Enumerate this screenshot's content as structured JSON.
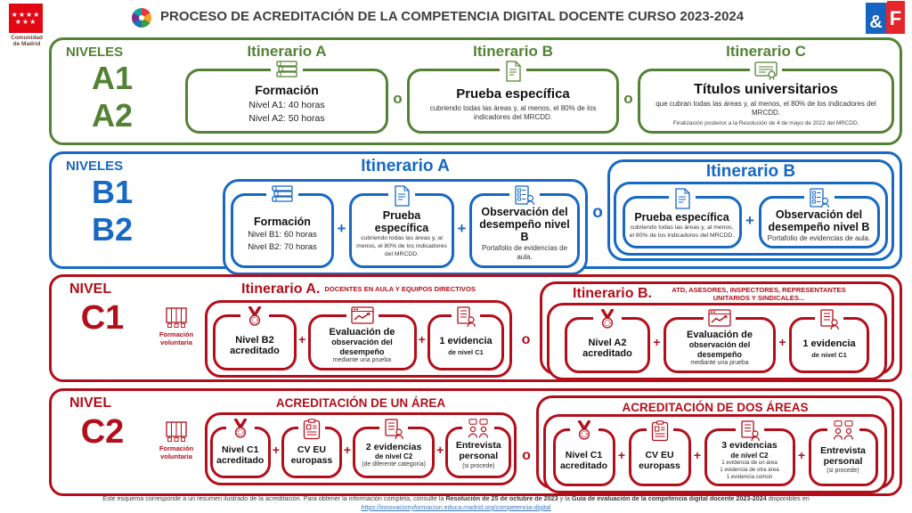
{
  "header": {
    "madrid_logo_line1": "Comunidad",
    "madrid_logo_line2": "de Madrid",
    "title": "PROCESO DE ACREDITACIÓN DE LA COMPETENCIA DIGITAL DOCENTE CURSO 2023-2024",
    "bf_amp": "&",
    "bf_f": "F"
  },
  "connectors": {
    "or": "o",
    "plus": "+"
  },
  "rows": {
    "a": {
      "label": "NIVELES",
      "level1": "A1",
      "level2": "A2",
      "it_a": {
        "title": "Itinerario A",
        "icon": "books-icon",
        "heading": "Formación",
        "line1": "Nivel A1: 40 horas",
        "line2": "Nivel A2: 50 horas"
      },
      "it_b": {
        "title": "Itinerario B",
        "icon": "document-icon",
        "heading": "Prueba específica",
        "detail": "cubriendo todas las áreas y, al menos, el 80% de los indicadores del MRCDD."
      },
      "it_c": {
        "title": "Itinerario C",
        "icon": "certificate-icon",
        "heading": "Títulos universitarios",
        "detail": "que cubran todas las áreas y, al menos, el 80% de los indicadores del MRCDD.",
        "footnote": "Finalización posterior a la Resolución de 4 de mayo de 2022 del MRCDD."
      }
    },
    "b": {
      "label": "NIVELES",
      "level1": "B1",
      "level2": "B2",
      "it_a": {
        "title": "Itinerario A",
        "step1": {
          "icon": "books-icon",
          "heading": "Formación",
          "line1": "Nivel B1: 60 horas",
          "line2": "Nivel B2: 70 horas"
        },
        "step2": {
          "icon": "document-icon",
          "heading": "Prueba específica",
          "detail": "cubriendo todas las áreas y, al menos, el 80% de los indicadores del MRCDD."
        },
        "step3": {
          "icon": "observation-icon",
          "heading": "Observación del desempeño nivel B",
          "detail": "Portafolio de evidencias de aula."
        }
      },
      "it_b": {
        "title": "Itinerario B",
        "step1": {
          "icon": "document-icon",
          "heading": "Prueba específica",
          "detail": "cubriendo todas las áreas y, al menos, el 80% de los indicadores del MRCDD."
        },
        "step2": {
          "icon": "observation-icon",
          "heading": "Observación del desempeño nivel B",
          "detail": "Portafolio de evidencias de aula."
        }
      }
    },
    "c1": {
      "label": "NIVEL",
      "level": "C1",
      "side_note": "Formación voluntaria",
      "it_a": {
        "title": "Itinerario A.",
        "subtitle": "DOCENTES EN AULA Y EQUIPOS DIRECTIVOS",
        "step1": {
          "icon": "medal-icon",
          "heading": "Nivel B2 acreditado"
        },
        "step2": {
          "icon": "evaluation-icon",
          "heading": "Evaluación de",
          "sub": "observación del desempeño",
          "detail": "mediante una prueba"
        },
        "step3": {
          "icon": "evidence-icon",
          "heading": "1 evidencia",
          "sub2": "de nivel C1"
        }
      },
      "it_b": {
        "title": "Itinerario B.",
        "subtitle": "ATD, ASESORES, INSPECTORES, REPRESENTANTES UNITARIOS Y SINDICALES...",
        "step1": {
          "icon": "medal-icon",
          "heading": "Nivel A2 acreditado"
        },
        "step2": {
          "icon": "evaluation-icon",
          "heading": "Evaluación de",
          "sub": "observación del desempeño",
          "detail": "mediante una prueba"
        },
        "step3": {
          "icon": "evidence-icon",
          "heading": "1 evidencia",
          "sub2": "de nivel C1"
        }
      }
    },
    "c2": {
      "label": "NIVEL",
      "level": "C2",
      "side_note": "Formación voluntaria",
      "g1": {
        "title": "ACREDITACIÓN DE UN ÁREA",
        "step1": {
          "icon": "medal-icon",
          "heading": "Nivel C1 acreditado"
        },
        "step2": {
          "icon": "cv-icon",
          "heading": "CV EU europass"
        },
        "step3": {
          "icon": "evidence-icon",
          "heading": "2 evidencias",
          "sub": "de nivel C2",
          "detail": "(de diferente categoría)"
        },
        "step4": {
          "icon": "interview-icon",
          "heading": "Entrevista personal",
          "detail": "(si procede)"
        }
      },
      "g2": {
        "title": "ACREDITACIÓN DE DOS ÁREAS",
        "step1": {
          "icon": "medal-icon",
          "heading": "Nivel C1 acreditado"
        },
        "step2": {
          "icon": "cv-icon",
          "heading": "CV EU europass"
        },
        "step3": {
          "icon": "evidence-icon",
          "heading": "3 evidencias",
          "sub": "de nivel C2",
          "line1": "1 evidencia de un área",
          "line2": "1 evidencia de otra área",
          "line3": "1 evidencia común"
        },
        "step4": {
          "icon": "interview-icon",
          "heading": "Entrevista personal",
          "detail": "(si procede)"
        }
      }
    }
  },
  "footer": {
    "pre": "Este esquema corresponde a un resumen ilustrado de la acreditación. Para obtener la información completa, consulte la ",
    "bold1": "Resolución de 25 de octubre de 2023",
    "mid": " y la ",
    "bold2": "Guía de evaluación de la competencia digital docente 2023-2024",
    "post": " disponibles en",
    "link": "https://innovacionyformacion.educa.madrid.org/competencia-digital"
  },
  "colors": {
    "green": "#548235",
    "blue": "#1769c4",
    "red": "#b30f1a"
  }
}
